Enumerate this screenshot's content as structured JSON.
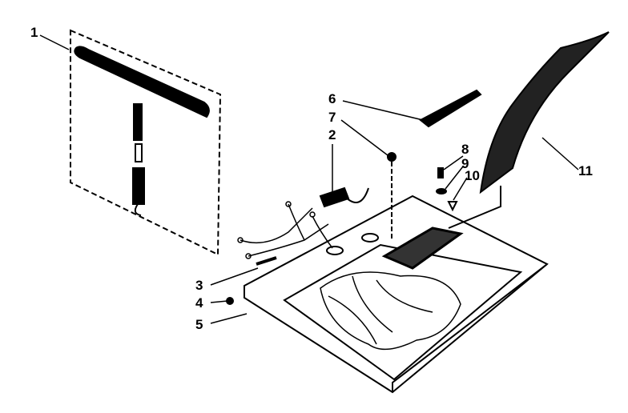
{
  "diagram": {
    "callouts": [
      {
        "id": "1",
        "label": "1"
      },
      {
        "id": "2",
        "label": "2"
      },
      {
        "id": "3",
        "label": "3"
      },
      {
        "id": "4",
        "label": "4"
      },
      {
        "id": "5",
        "label": "5"
      },
      {
        "id": "6",
        "label": "6"
      },
      {
        "id": "7",
        "label": "7"
      },
      {
        "id": "8",
        "label": "8"
      },
      {
        "id": "9",
        "label": "9"
      },
      {
        "id": "10",
        "label": "10"
      },
      {
        "id": "11",
        "label": "11"
      }
    ],
    "colors": {
      "ink": "#000000",
      "background": "#ffffff"
    }
  }
}
